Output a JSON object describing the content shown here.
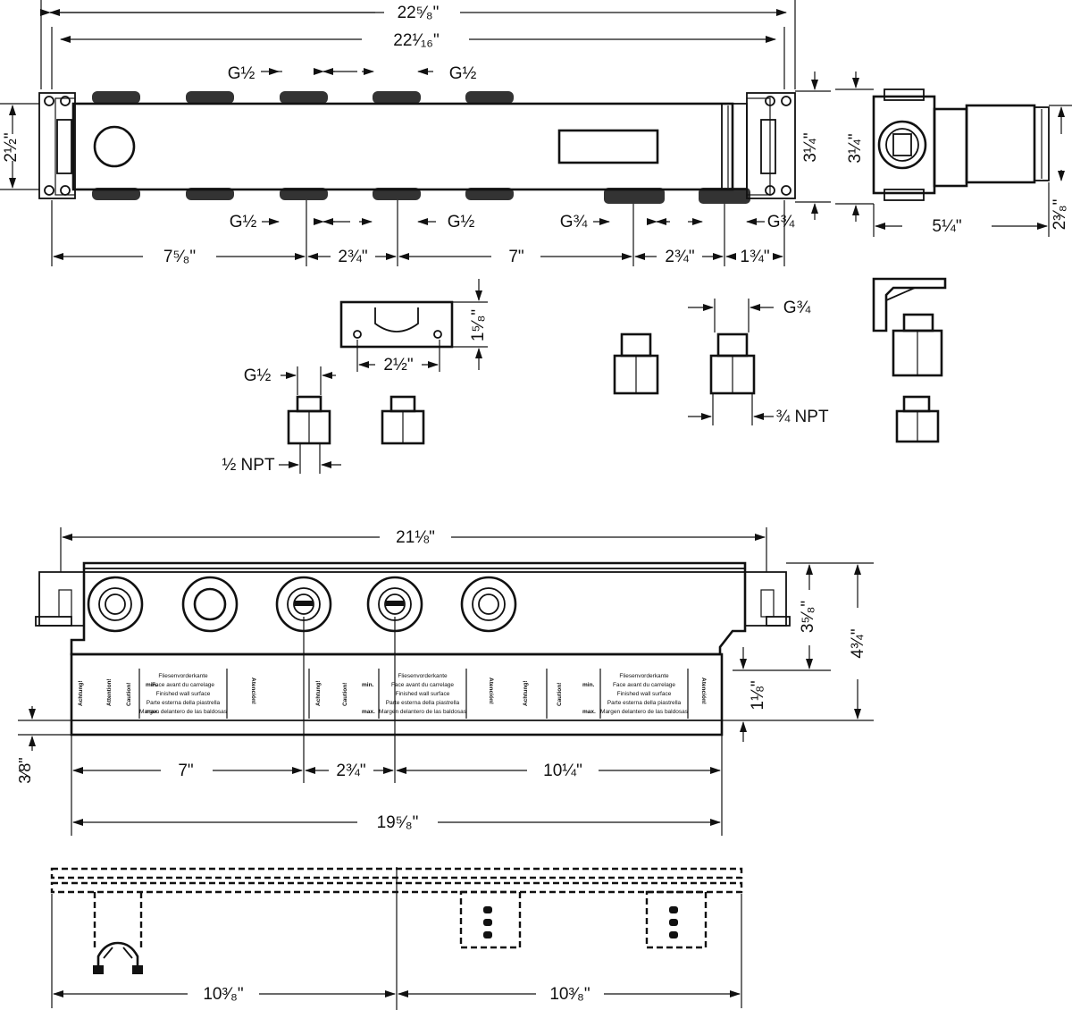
{
  "dimensions": {
    "top_overall": "22⁵⁄₈\"",
    "top_inner": "22¹⁄₁₆\"",
    "port_top_left": "G½",
    "port_top_right": "G½",
    "port_bottom_left": "G½",
    "port_bottom_mid": "G½",
    "port_bottom_g34_a": "G¾",
    "port_bottom_g34_b": "G¾",
    "left_height": "2½\"",
    "right_height": "3¼\"",
    "side_depth_height": "3¼\"",
    "side_width": "5¼\"",
    "side_right_height": "2³⁄₈\"",
    "span_a": "7⁵⁄₈\"",
    "span_b": "2¾\"",
    "span_c": "7\"",
    "span_d": "2¾\"",
    "span_e": "1¾\"",
    "bracket_height": "1⁵⁄₈\"",
    "bracket_width": "2½\"",
    "adapter_small_top": "G½",
    "adapter_small_bottom": "½ NPT",
    "adapter_large_top": "G¾",
    "adapter_large_bottom": "¾ NPT",
    "front_overall": "21⅛\"",
    "front_height_a": "3⁵⁄₈\"",
    "front_height_b": "4¾\"",
    "front_height_c": "1⅛\"",
    "front_left_small": "3⁄8\"",
    "front_span_a": "7\"",
    "front_span_b": "2¾\"",
    "front_span_c": "10¼\"",
    "front_total": "19⁵⁄₈\"",
    "plan_left": "10³⁄₈\"",
    "plan_right": "10³⁄₈\""
  },
  "label_strip": {
    "de_title": "Fliesenvorderkante",
    "fr_title": "Face avant du carrelage",
    "en_title": "Finished wall surface",
    "it_title": "Parte esterna della piastrella",
    "es_title": "Margen delantero de las baldosas",
    "min": "min.",
    "max": "max.",
    "achtung": "Achtung!",
    "attention": "Attention!",
    "caution": "Caution!",
    "atencion": "Atención!"
  }
}
